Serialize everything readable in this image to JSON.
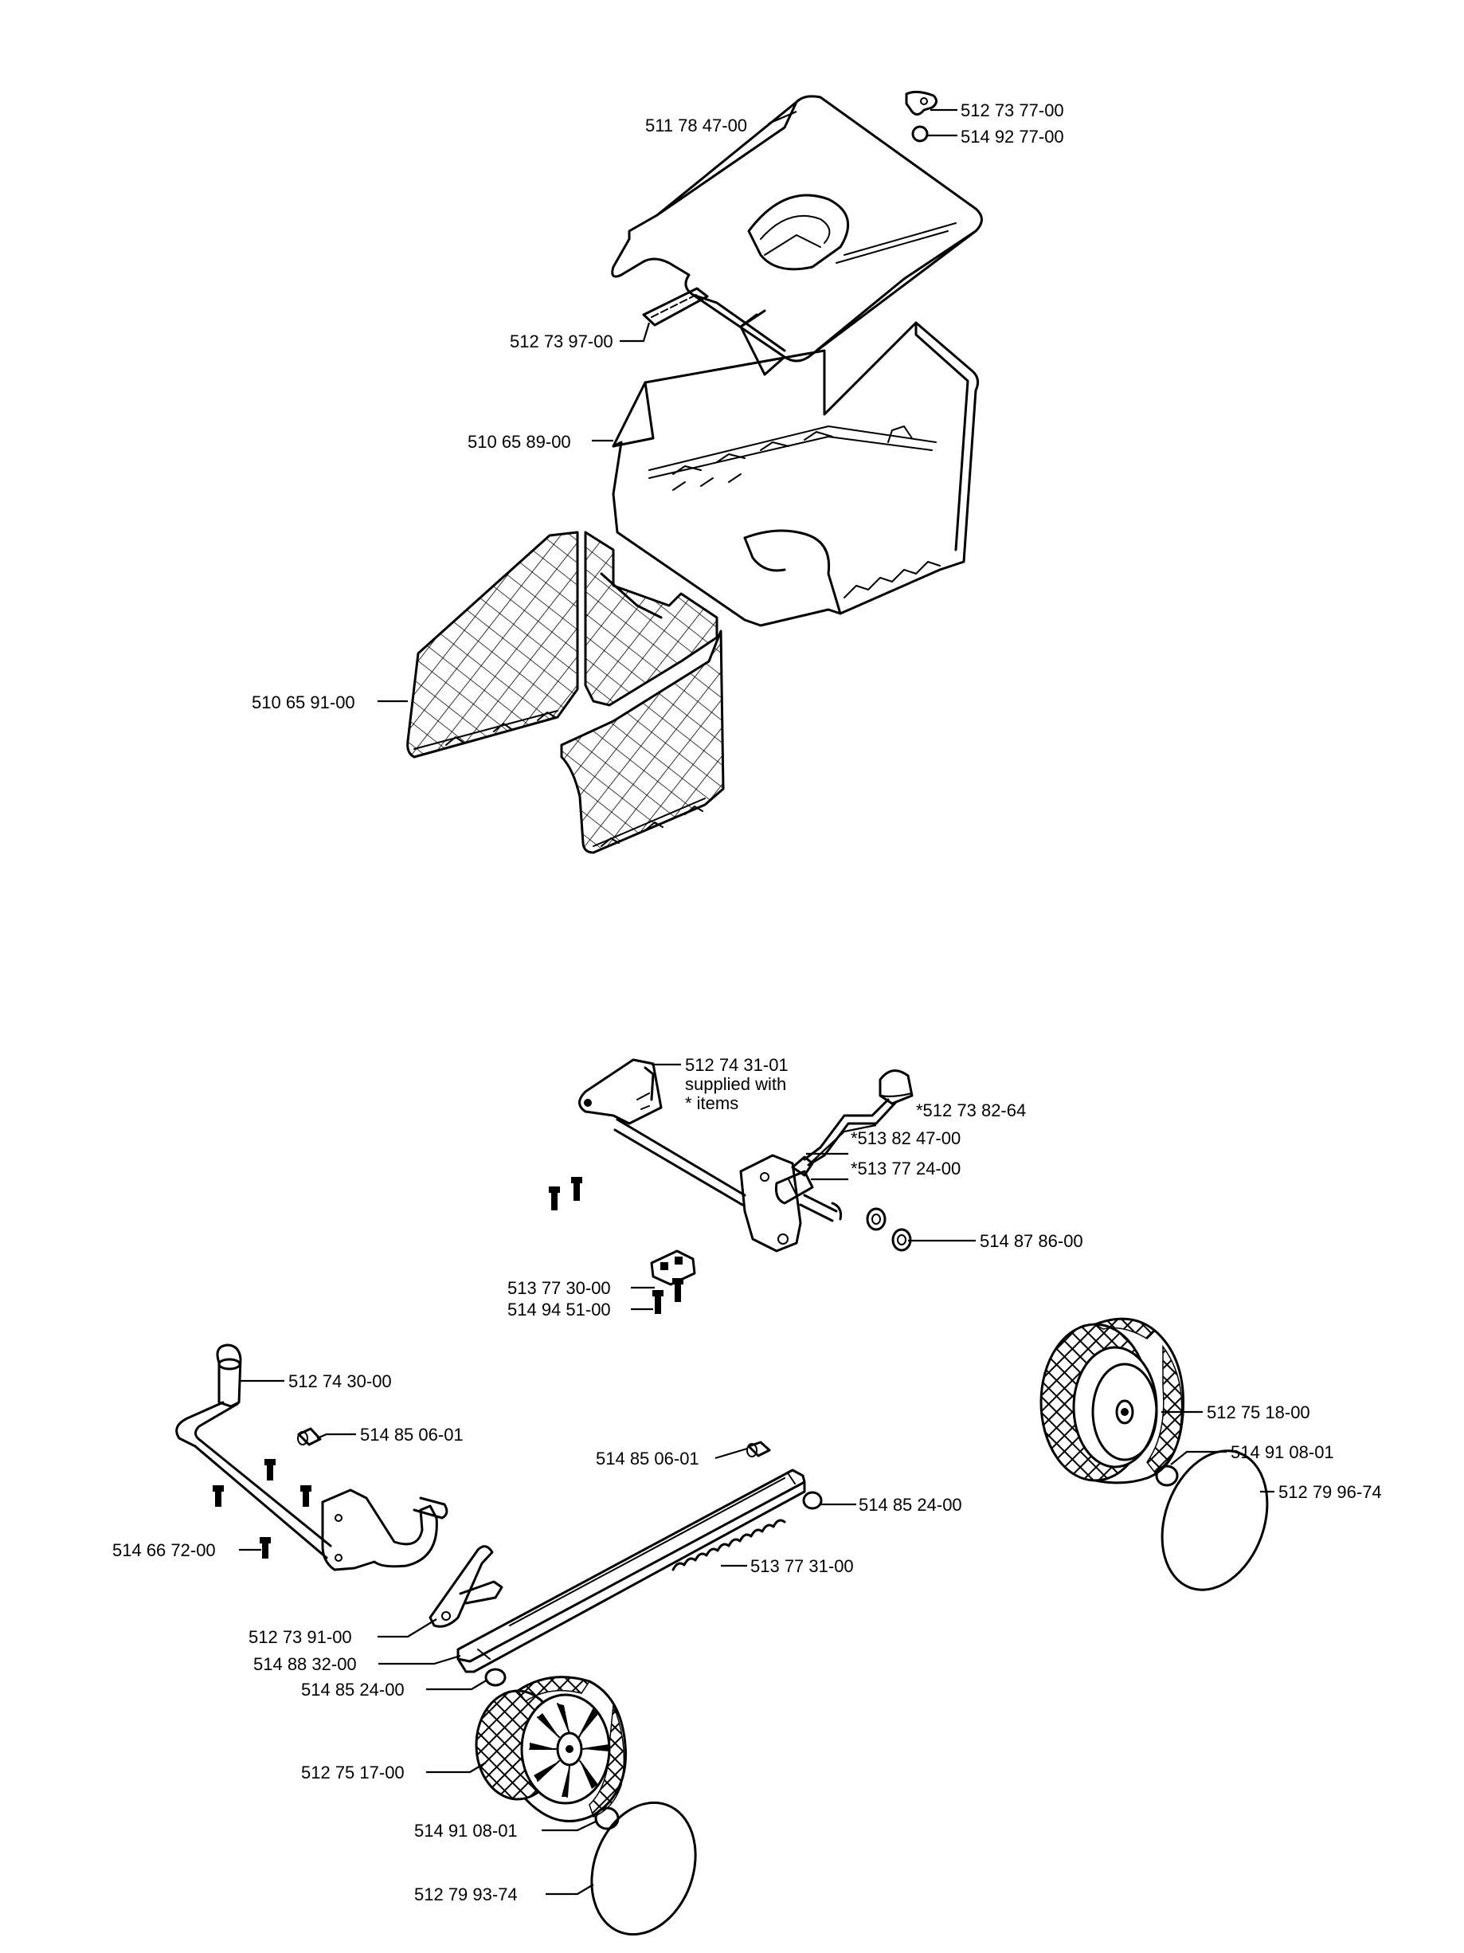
{
  "colors": {
    "ink": "#000000",
    "paper": "#ffffff"
  },
  "grass_catcher": {
    "top_cover": "511 78 47-00",
    "clip": "512 73 77-00",
    "washer": "514 92 77-00",
    "latch": "512 73 97-00",
    "frame": "510 65 89-00",
    "mesh_panels": "510 65 91-00"
  },
  "height_adjustment": {
    "rear_axle_assembly": "512 74 31-01",
    "supplied_note_line1": "supplied with",
    "supplied_note_line2": "* items",
    "lever": "*512 73 82-64",
    "knob": "*513 82 47-00",
    "spring_pin": "*513 77 24-00",
    "bushing_pair": "514 87 86-00",
    "bracket": "513 77 30-00",
    "screw": "514 94 51-00"
  },
  "front_axle": {
    "axle_arm": "512 74 30-00",
    "pin_upper": "514 85 06-01",
    "pin_right": "514 85 06-01",
    "screw": "514 66 72-00",
    "washer_right": "514 85 24-00",
    "spring": "513 77 31-00",
    "link": "512 73 91-00",
    "rail": "514 88 32-00",
    "washer_left": "514 85 24-00"
  },
  "wheels": {
    "rear_wheel": "512 75 18-00",
    "rear_hub_washer": "514 91 08-01",
    "rear_hubcap": "512 79 96-74",
    "front_wheel": "512 75 17-00",
    "front_hub_washer": "514 91 08-01",
    "front_hubcap": "512 79 93-74"
  }
}
